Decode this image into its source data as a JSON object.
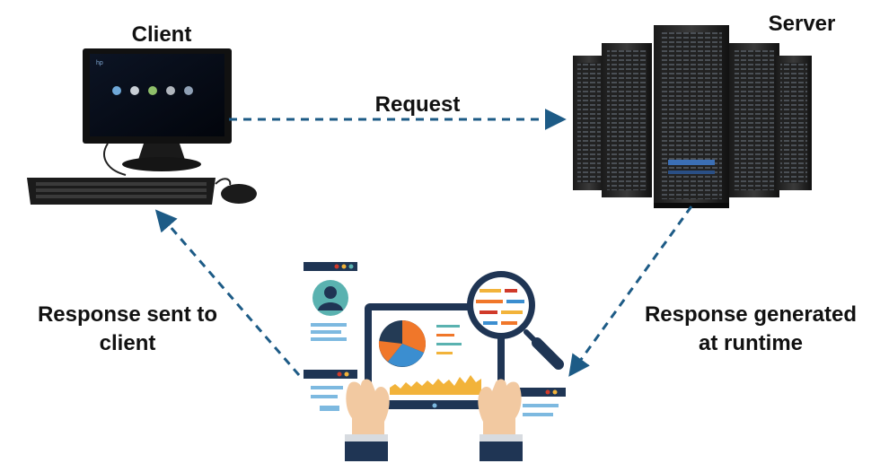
{
  "labels": {
    "client": "Client",
    "server": "Server",
    "request": "Request",
    "response_sent_line1": "Response sent to",
    "response_sent_line2": "client",
    "response_generated_line1": "Response generated",
    "response_generated_line2": "at runtime"
  },
  "colors": {
    "arrow": "#1d5b86",
    "text": "#111111",
    "pie_orange": "#f0772a",
    "pie_navy": "#243b55",
    "pie_blue": "#3b8ed0",
    "accent_red": "#d03a2a",
    "accent_yellow": "#f2b33a",
    "skin": "#f2c9a1",
    "sleeve": "#1f3554",
    "panel_blue": "#7db9e0",
    "teal": "#5ab2b0"
  },
  "icons": {
    "client": "desktop-computer-icon",
    "server": "server-rack-icon",
    "app": "tablet-analytics-icon"
  }
}
